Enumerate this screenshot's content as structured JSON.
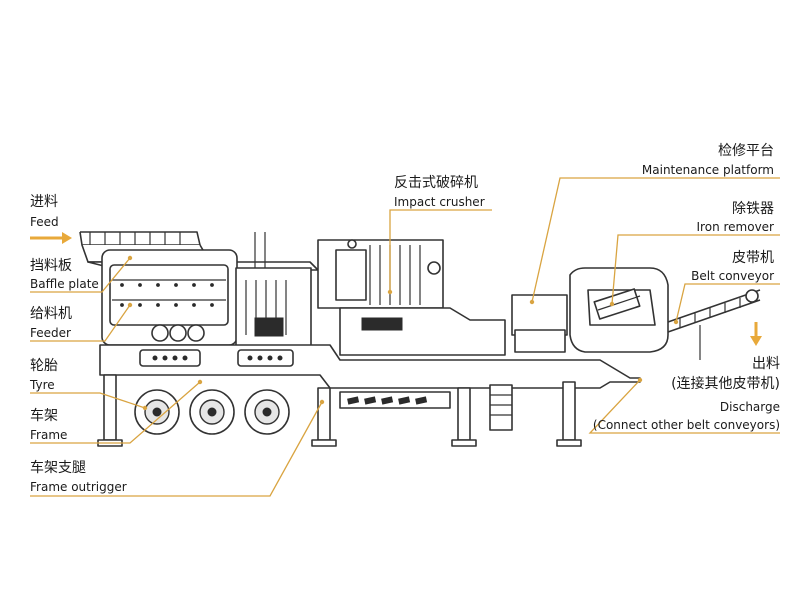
{
  "colors": {
    "accent": "#d9a441",
    "line": "#333333",
    "feed_arrow": "#e8a93a",
    "discharge_arrow": "#e8a93a"
  },
  "labels": {
    "feed": {
      "cn": "进料",
      "en": "Feed"
    },
    "baffle": {
      "cn": "挡料板",
      "en": "Baffle plate"
    },
    "feeder": {
      "cn": "给料机",
      "en": "Feeder"
    },
    "tyre": {
      "cn": "轮胎",
      "en": "Tyre"
    },
    "frame": {
      "cn": "车架",
      "en": "Frame"
    },
    "outrigger": {
      "cn": "车架支腿",
      "en": "Frame outrigger"
    },
    "crusher": {
      "cn": "反击式破碎机",
      "en": "Impact crusher"
    },
    "maintenance": {
      "cn": "检修平台",
      "en": "Maintenance platform"
    },
    "iron": {
      "cn": "除铁器",
      "en": "Iron remover"
    },
    "belt": {
      "cn": "皮带机",
      "en": "Belt conveyor"
    },
    "discharge": {
      "cn": "出料",
      "cn2": "(连接其他皮带机)",
      "en": "Discharge",
      "en2": "(Connect other belt conveyors)"
    }
  }
}
